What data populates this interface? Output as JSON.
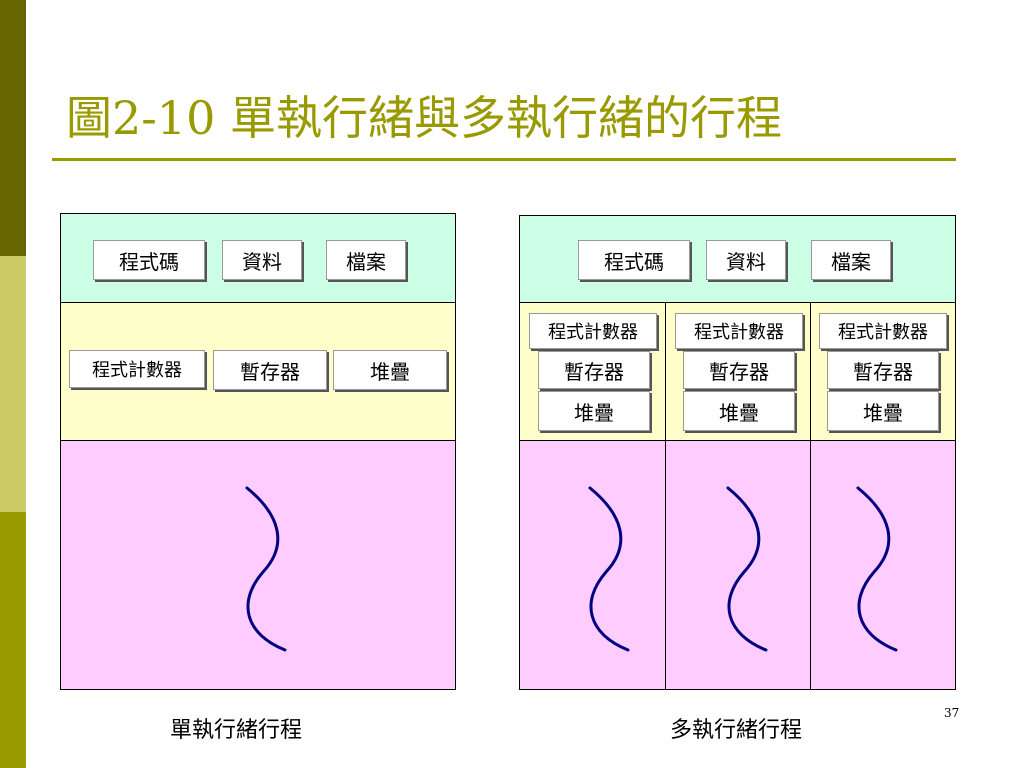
{
  "slide": {
    "title": "圖2-10 單執行緒與多執行緒的行程",
    "page_number": "37"
  },
  "single": {
    "caption": "單執行緒行程",
    "shared": [
      "程式碼",
      "資料",
      "檔案"
    ],
    "thread": {
      "pc": "程式計數器",
      "registers": "暫存器",
      "stack": "堆疊"
    }
  },
  "multi": {
    "caption": "多執行緒行程",
    "shared": [
      "程式碼",
      "資料",
      "檔案"
    ],
    "threads": [
      {
        "pc": "程式計數器",
        "registers": "暫存器",
        "stack": "堆疊"
      },
      {
        "pc": "程式計數器",
        "registers": "暫存器",
        "stack": "堆疊"
      },
      {
        "pc": "程式計數器",
        "registers": "暫存器",
        "stack": "堆疊"
      }
    ]
  },
  "colors": {
    "accent": "#999900",
    "shared_band": "#ccffe6",
    "thread_band": "#ffffcc",
    "exec_band": "#ffccff",
    "thread_line": "#000080"
  }
}
